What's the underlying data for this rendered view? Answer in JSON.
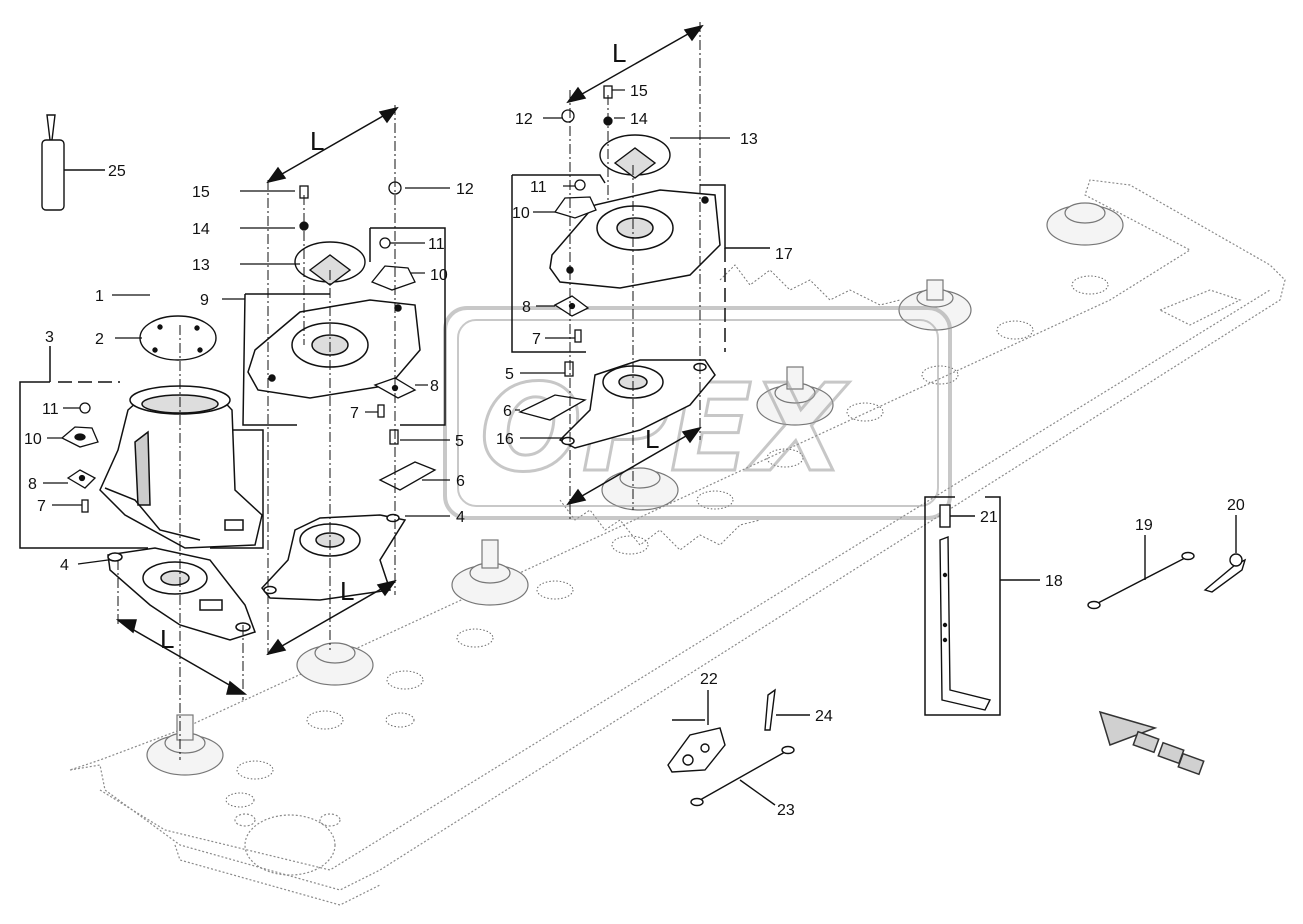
{
  "diagram": {
    "callouts": [
      {
        "id": "c25a",
        "label": "25"
      },
      {
        "id": "c15a",
        "label": "15"
      },
      {
        "id": "c14a",
        "label": "14"
      },
      {
        "id": "c13a",
        "label": "13"
      },
      {
        "id": "c12a",
        "label": "12"
      },
      {
        "id": "c11a",
        "label": "11"
      },
      {
        "id": "c10a",
        "label": "10"
      },
      {
        "id": "c9",
        "label": "9"
      },
      {
        "id": "c1",
        "label": "1"
      },
      {
        "id": "c2",
        "label": "2"
      },
      {
        "id": "c3",
        "label": "3"
      },
      {
        "id": "c11b",
        "label": "11"
      },
      {
        "id": "c10b",
        "label": "10"
      },
      {
        "id": "c8a",
        "label": "8"
      },
      {
        "id": "c7a",
        "label": "7"
      },
      {
        "id": "c4a",
        "label": "4"
      },
      {
        "id": "c8b",
        "label": "8"
      },
      {
        "id": "c7b",
        "label": "7"
      },
      {
        "id": "c5a",
        "label": "5"
      },
      {
        "id": "c6a",
        "label": "6"
      },
      {
        "id": "c4b",
        "label": "4"
      },
      {
        "id": "c12b",
        "label": "12"
      },
      {
        "id": "c15b",
        "label": "15"
      },
      {
        "id": "c14b",
        "label": "14"
      },
      {
        "id": "c13b",
        "label": "13"
      },
      {
        "id": "c11c",
        "label": "11"
      },
      {
        "id": "c10c",
        "label": "10"
      },
      {
        "id": "c17",
        "label": "17"
      },
      {
        "id": "c8c",
        "label": "8"
      },
      {
        "id": "c7c",
        "label": "7"
      },
      {
        "id": "c5b",
        "label": "5"
      },
      {
        "id": "c6b",
        "label": "6"
      },
      {
        "id": "c16",
        "label": "16"
      },
      {
        "id": "c21",
        "label": "21"
      },
      {
        "id": "c18",
        "label": "18"
      },
      {
        "id": "c19",
        "label": "19"
      },
      {
        "id": "c20",
        "label": "20"
      },
      {
        "id": "c22",
        "label": "22"
      },
      {
        "id": "c24",
        "label": "24"
      },
      {
        "id": "c23",
        "label": "23"
      }
    ],
    "dimension_labels": [
      "L",
      "L",
      "L",
      "L",
      "L"
    ],
    "watermark": "OPEX"
  }
}
